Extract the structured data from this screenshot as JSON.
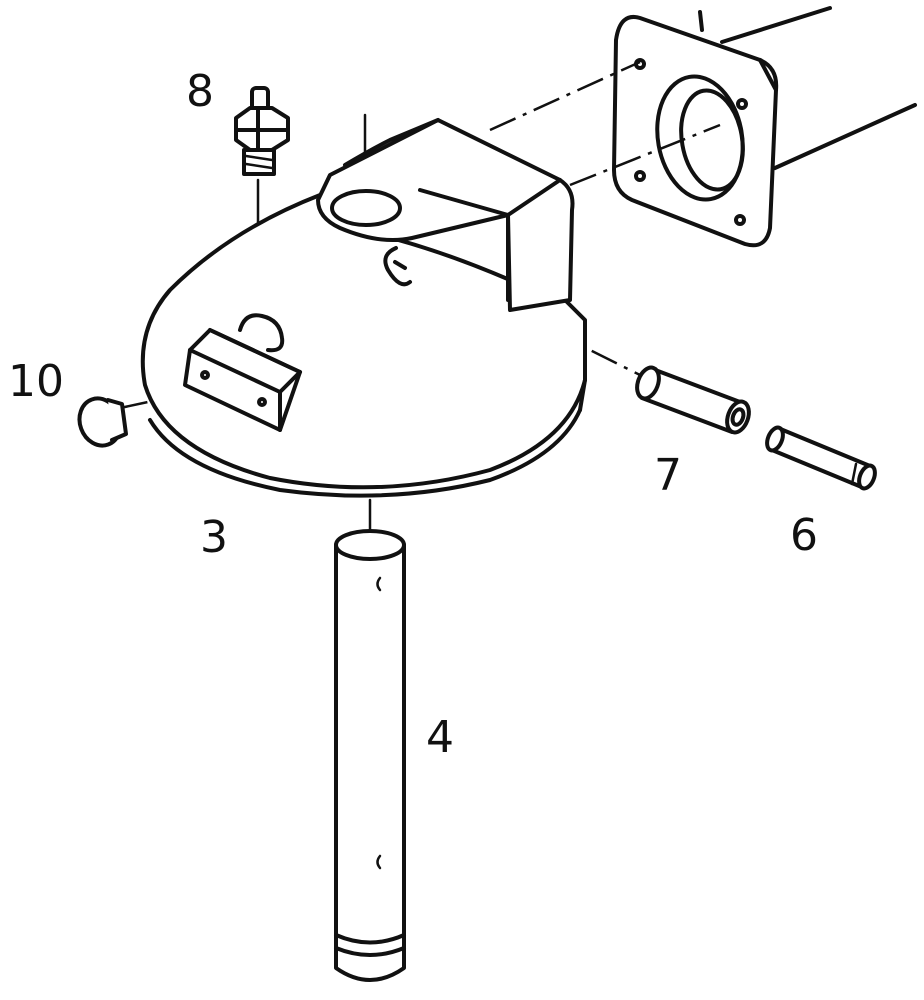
{
  "labels": {
    "part_8": "8",
    "part_10": "10",
    "part_3": "3",
    "part_4": "4",
    "part_7": "7",
    "part_6": "6"
  }
}
